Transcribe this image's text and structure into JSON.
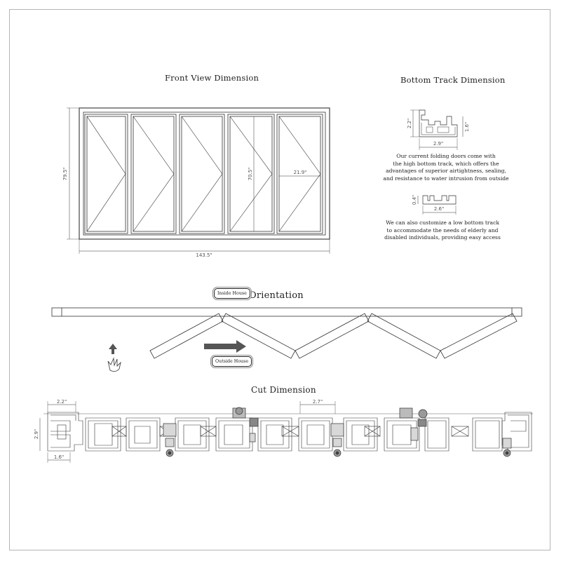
{
  "titles": {
    "front_view": "Front View Dimension",
    "bottom_track": "Bottom Track Dimension",
    "orientation": "Orientation",
    "cut": "Cut Dimension"
  },
  "front_view": {
    "height_label": "79.5\"",
    "width_label": "143.5\"",
    "panel_height_label": "70.5\"",
    "panel_width_label": "21.9\""
  },
  "bottom_track": {
    "high": {
      "height_label": "2.2\"",
      "right_height_label": "1.6\"",
      "width_label": "2.9\"",
      "description_lines": [
        "Our current folding doors come with",
        "the high bottom track, which offers the",
        "advantages of superior airtightness, sealing,",
        "and resistance to water intrusion from outside"
      ]
    },
    "low": {
      "height_label": "0.4\"",
      "width_label": "2.6\"",
      "description_lines": [
        "We can also customize a low bottom track",
        "to accommodate the needs of elderly and",
        "disabled individuals, providing easy access"
      ]
    }
  },
  "orientation": {
    "inside_label": "Inside House",
    "outside_label": "Outside House"
  },
  "cut": {
    "label_top_left": "2.2\"",
    "label_left_height": "2.9\"",
    "label_bottom_left": "1.6\"",
    "label_center": "2.7\""
  }
}
